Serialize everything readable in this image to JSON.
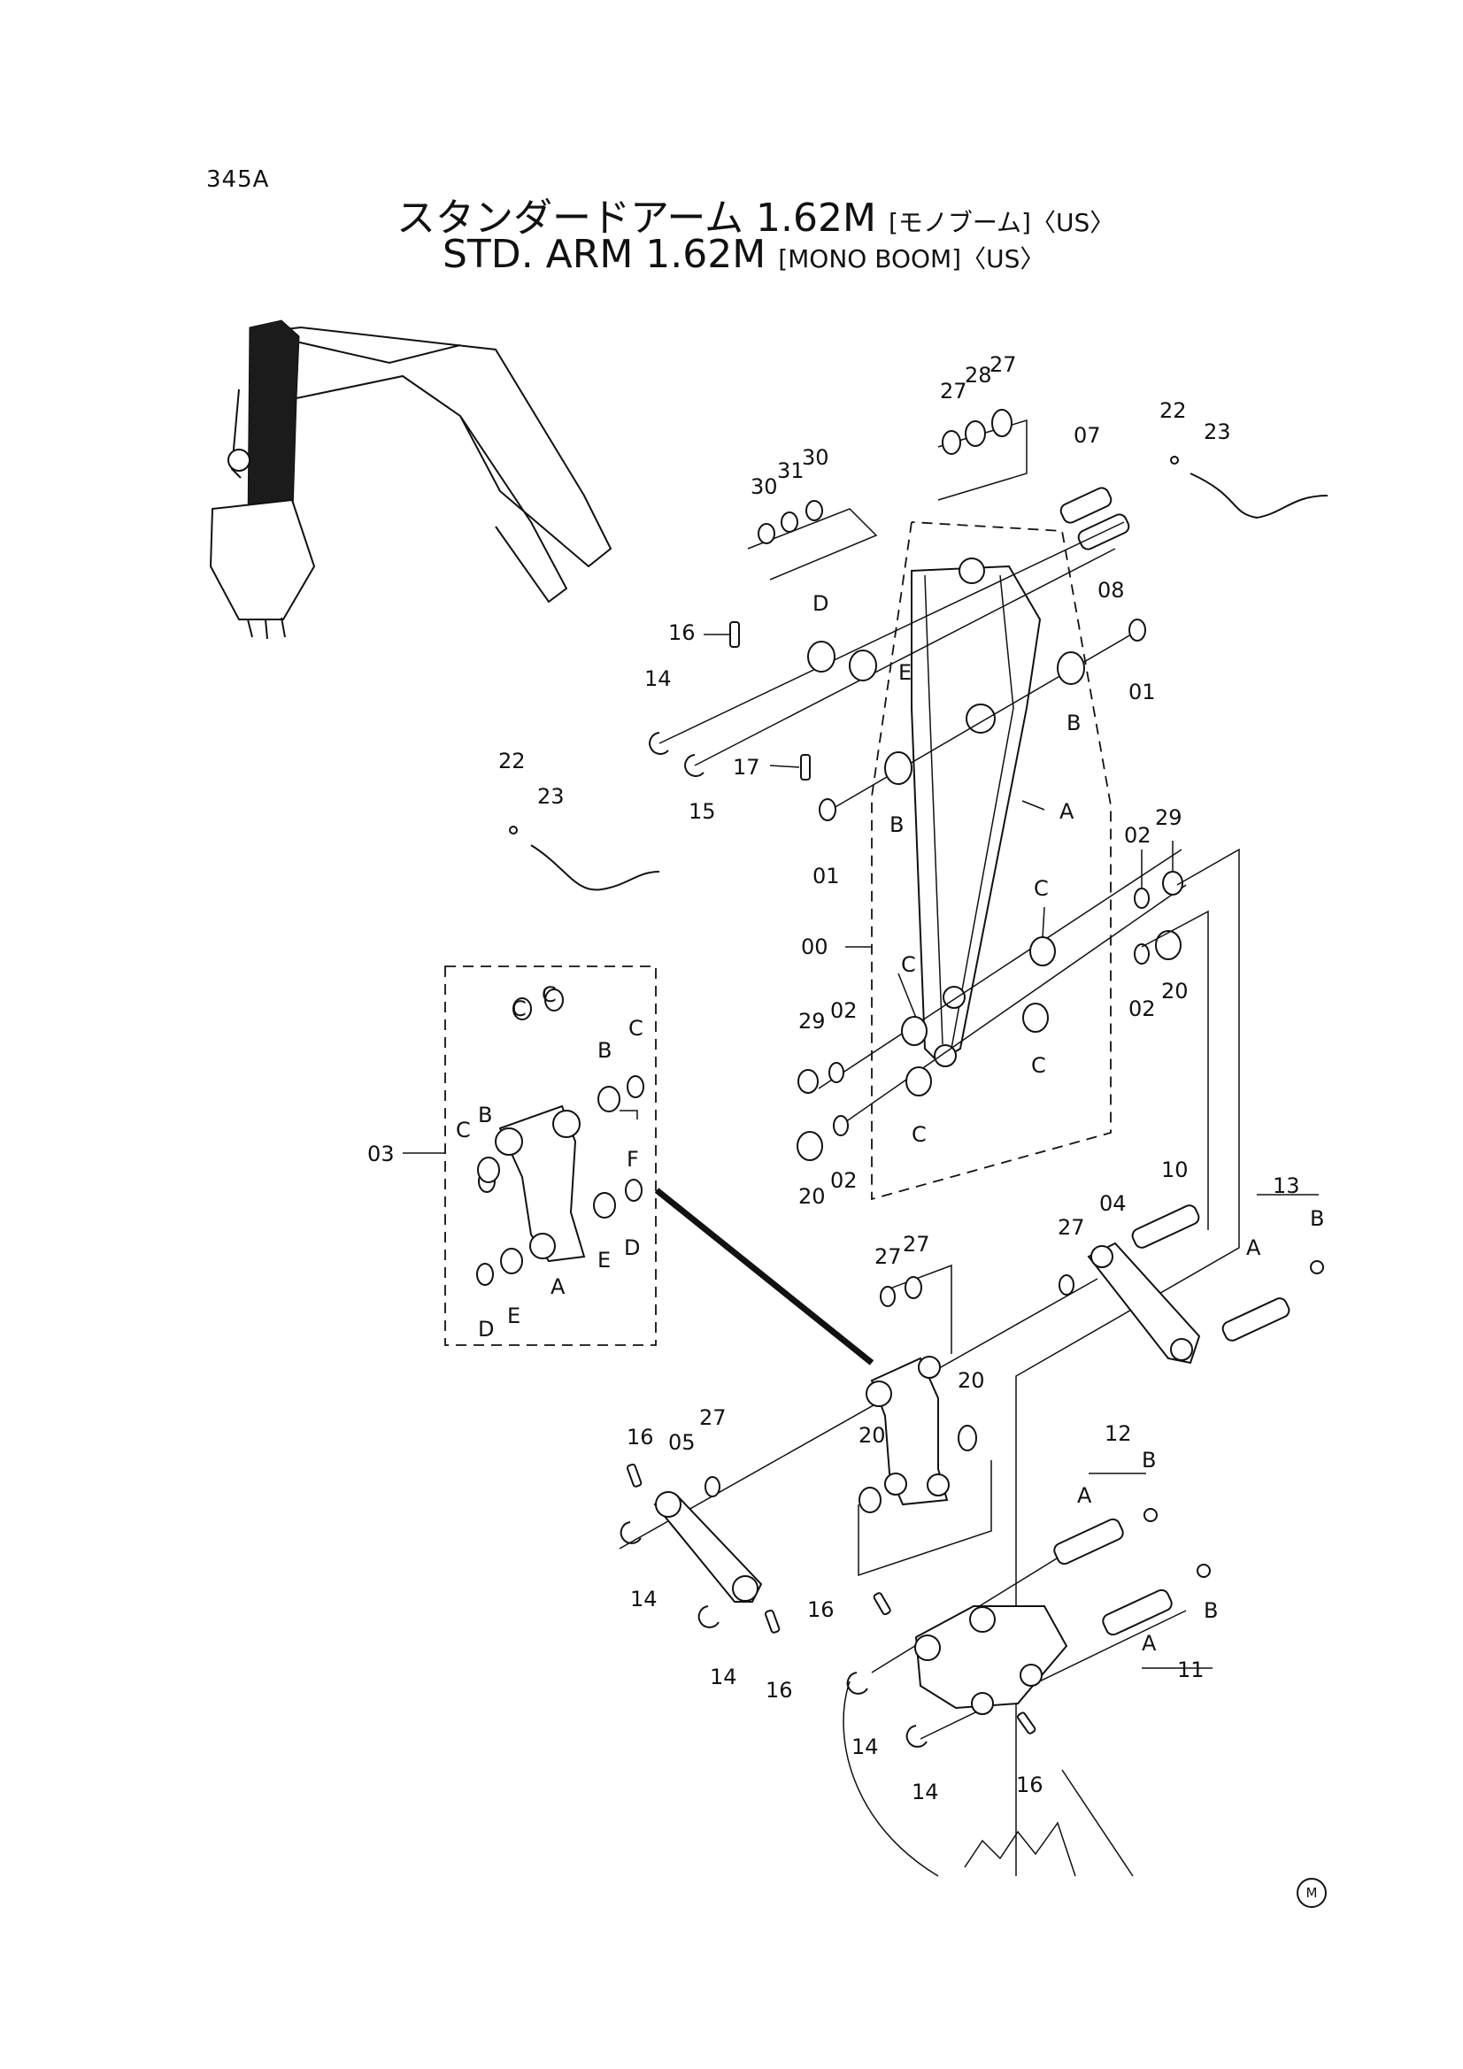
{
  "header": {
    "page_id": "345A",
    "title_jp": "スタンダードアーム 1.62M",
    "title_jp_sub": "[モノブーム]〈US〉",
    "title_en": "STD. ARM 1.62M",
    "title_en_sub": "[MONO BOOM]〈US〉"
  },
  "callouts": {
    "top_group": [
      "27",
      "28",
      "27"
    ],
    "washers_left": [
      "30",
      "31",
      "30"
    ],
    "pin_07": "07",
    "pin_08": "08",
    "grease_22_right": "22",
    "hose_23_right": "23",
    "pin_16_upper": "16",
    "bushing_D": "D",
    "bushing_E": "E",
    "ring_14_upper": "14",
    "ring_15": "15",
    "pin_17": "17",
    "bushing_B_left": "B",
    "ring_01_left": "01",
    "ring_01_right": "01",
    "bushing_B_right": "B",
    "arm_A": "A",
    "grease_22_left": "22",
    "hose_23_left": "23",
    "arm_00": "00",
    "shim_02_a": "02",
    "shim_29_a": "29",
    "bush_C_a": "C",
    "oring_20_a": "20",
    "shim_02_b": "02",
    "bush_C_b": "C",
    "shim_29_b": "29",
    "shim_02_c": "02",
    "bush_C_c": "C",
    "shim_02_d": "02",
    "bush_C_d": "C",
    "oring_20_b": "20",
    "link_03": "03",
    "inset_C1": "C",
    "inset_C2": "C",
    "inset_C3": "C",
    "inset_B1": "B",
    "inset_B2": "B",
    "inset_C4": "C",
    "inset_F": "F",
    "inset_E1": "E",
    "inset_D1": "D",
    "inset_A": "A",
    "inset_E2": "E",
    "inset_D2": "D",
    "pin_10": "10",
    "shim_27_mid": "27",
    "link_04": "04",
    "pin_13": "13",
    "pin_13_B": "B",
    "pin_13_A": "A",
    "shim_27_pair": [
      "27",
      "27"
    ],
    "oring_20_c": "20",
    "oring_20_d": "20",
    "pin_16_lower_a": "16",
    "link_05": "05",
    "shim_27_low": "27",
    "ring_14_a": "14",
    "ring_14_b": "14",
    "pin_16_lower_b": "16",
    "pin_12": "12",
    "pin_12_B": "B",
    "pin_12_A": "A",
    "pin_16_lower_c": "16",
    "pin_11_B": "B",
    "pin_11_A": "A",
    "pin_11": "11",
    "ring_14_c": "14",
    "ring_14_d": "14",
    "pin_16_lower_d": "16"
  },
  "footer": {
    "mark": "M"
  }
}
